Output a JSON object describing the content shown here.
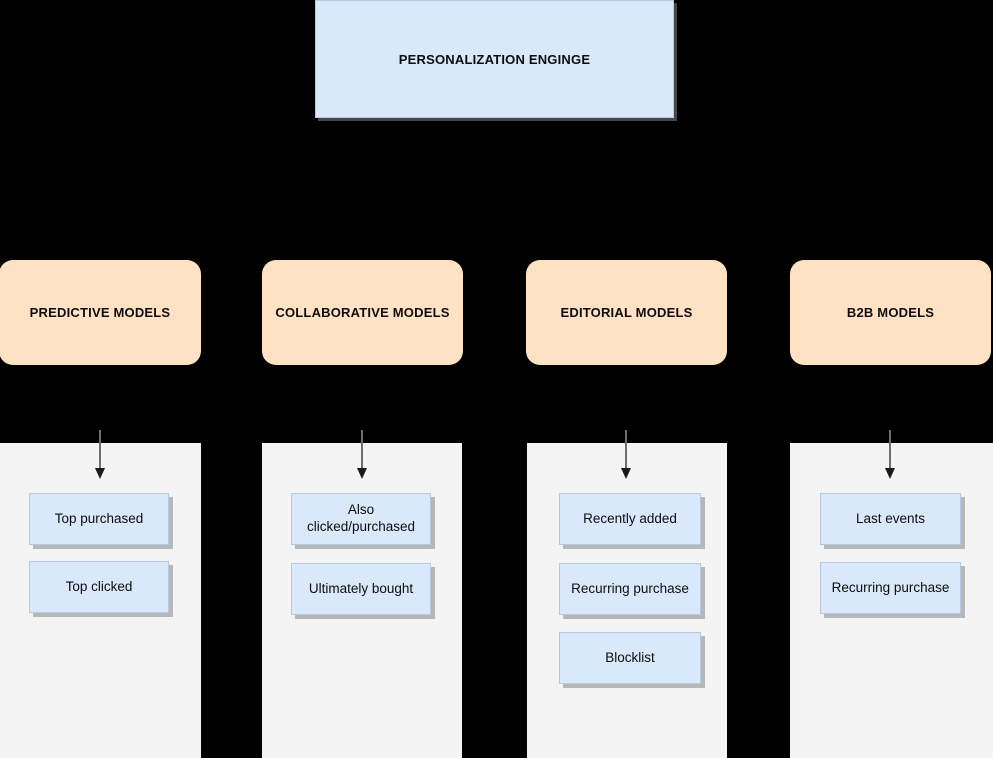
{
  "diagram": {
    "background_color": "#000000",
    "header": {
      "title": "PERSONALIZATION ENGINGE",
      "fill_color": "#dae8fc"
    },
    "model_fill_color": "#ffe1c4",
    "item_fill_color": "#dae8fc",
    "panel_fill_color": "#f4f4f4",
    "arrow_color": "#6e6e6e",
    "columns": [
      {
        "model": "PREDICTIVE MODELS",
        "items": [
          {
            "label": "Top purchased"
          },
          {
            "label": "Top clicked"
          }
        ]
      },
      {
        "model": "COLLABORATIVE MODELS",
        "items": [
          {
            "label": "Also\nclicked/purchased"
          },
          {
            "label": "Ultimately bought"
          }
        ]
      },
      {
        "model": "EDITORIAL MODELS",
        "items": [
          {
            "label": "Recently added"
          },
          {
            "label": "Recurring purchase"
          },
          {
            "label": "Blocklist"
          }
        ]
      },
      {
        "model": "B2B MODELS",
        "items": [
          {
            "label": "Last events"
          },
          {
            "label": "Recurring purchase"
          }
        ]
      }
    ]
  }
}
